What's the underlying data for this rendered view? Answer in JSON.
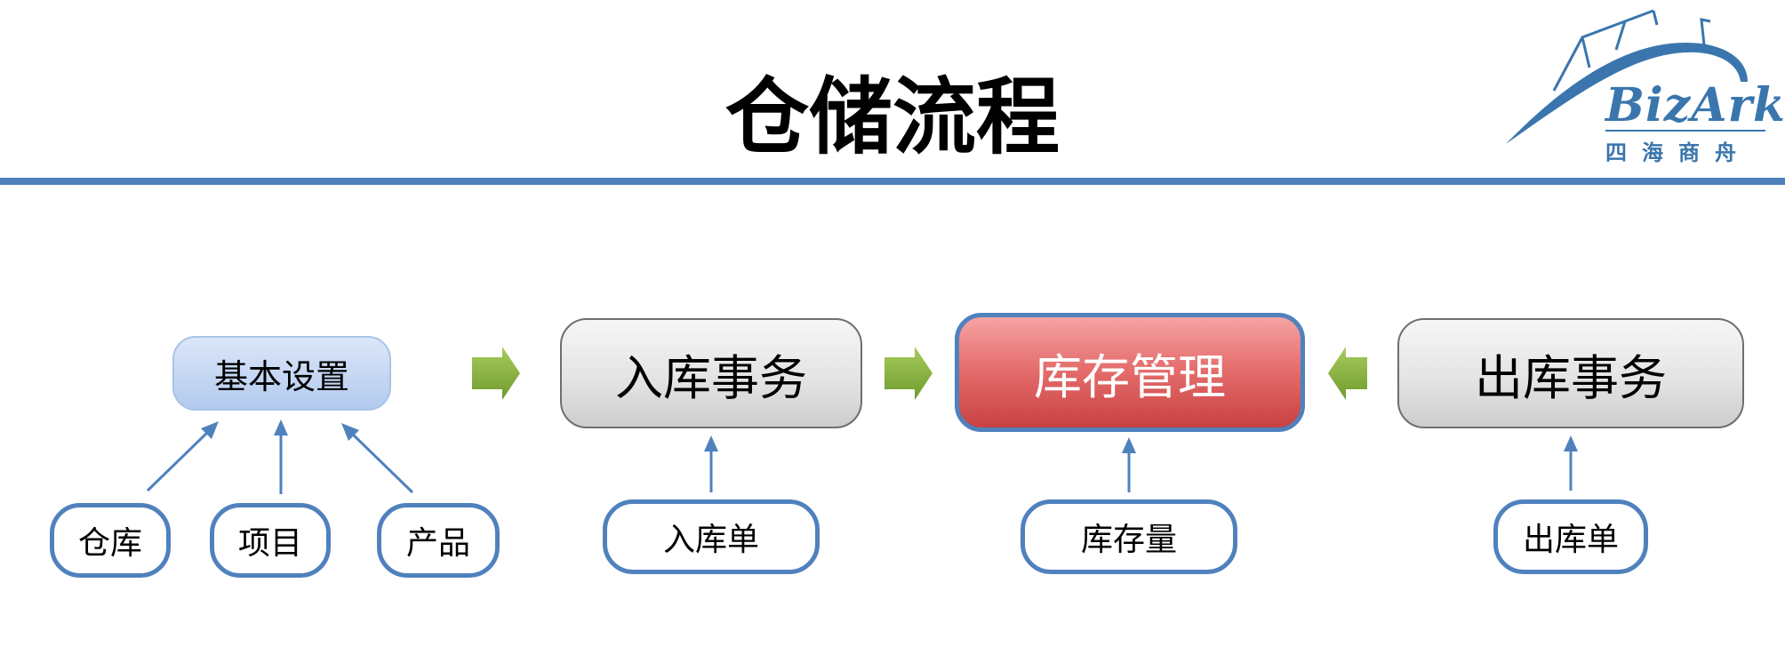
{
  "title": "仓储流程",
  "logo": {
    "brand": "BizArk",
    "subtitle": "四海商舟"
  },
  "colors": {
    "accent": "#4f81bd",
    "arrow_green": "#8cb244",
    "highlight_red": "#d35454"
  },
  "flow": {
    "basic_settings": "基本设置",
    "inbound": "入库事务",
    "inventory": "库存管理",
    "outbound": "出库事务"
  },
  "inputs": {
    "warehouse": "仓库",
    "project": "项目",
    "product": "产品",
    "inbound_order": "入库单",
    "stock_quantity": "库存量",
    "outbound_order": "出库单"
  }
}
